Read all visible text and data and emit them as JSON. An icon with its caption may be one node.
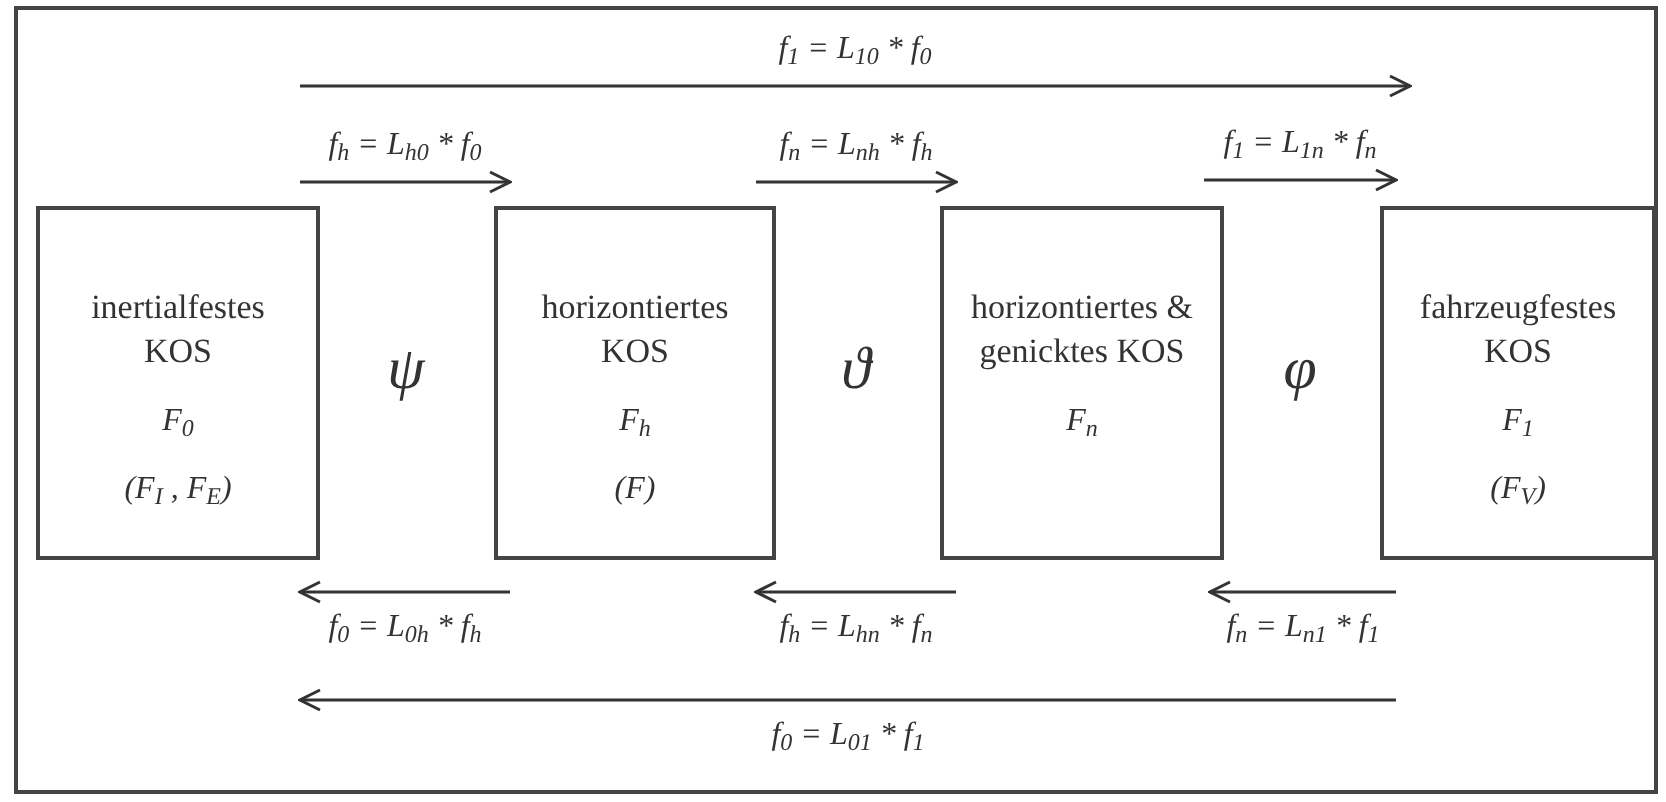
{
  "diagram": {
    "nodes": [
      {
        "text": [
          "inertialfestes KOS",
          "F$_{0}$",
          "(F$_{I}$ , F$_{E}$)"
        ]
      },
      {
        "text": [
          "horizontiertes KOS",
          "F$_{h}$",
          "(F)"
        ]
      },
      {
        "text": [
          "horizontiertes & genicktes KOS",
          "F$_{n}$"
        ]
      },
      {
        "text": [
          "fahrzeugfestes KOS",
          "F$_{1}$",
          "(F$_{V}$)"
        ]
      }
    ],
    "edges": [
      {
        "from": 0,
        "to": 3,
        "arrow": "to",
        "label": "f$_{1}$ = L$_{10}$ * f$_{0}$"
      },
      {
        "from": 0,
        "to": 1,
        "arrow": "to",
        "label": "f$_{h}$ = L$_{h0}$ * f$_{0}$"
      },
      {
        "from": 1,
        "to": 2,
        "arrow": "to",
        "label": "f$_{n}$ = L$_{nh}$ * f$_{h}$"
      },
      {
        "from": 2,
        "to": 3,
        "arrow": "to",
        "label": "f$_{1}$ = L$_{1n}$ * f$_{n}$"
      },
      {
        "from": 1,
        "to": 0,
        "arrow": "to",
        "label": "f$_{0}$ = L$_{0h}$ * f$_{h}$"
      },
      {
        "from": 2,
        "to": 1,
        "arrow": "to",
        "label": "f$_{h}$ = L$_{hn}$ * f$_{n}$"
      },
      {
        "from": 3,
        "to": 2,
        "arrow": "to",
        "label": "f$_{n}$ = L$_{n1}$ * f$_{1}$"
      },
      {
        "from": 3,
        "to": 0,
        "arrow": "to",
        "label": "f$_{0}$ = L$_{01}$ * f$_{1}$"
      }
    ],
    "labels": [
      "ψ",
      "ϑ",
      "φ"
    ]
  }
}
